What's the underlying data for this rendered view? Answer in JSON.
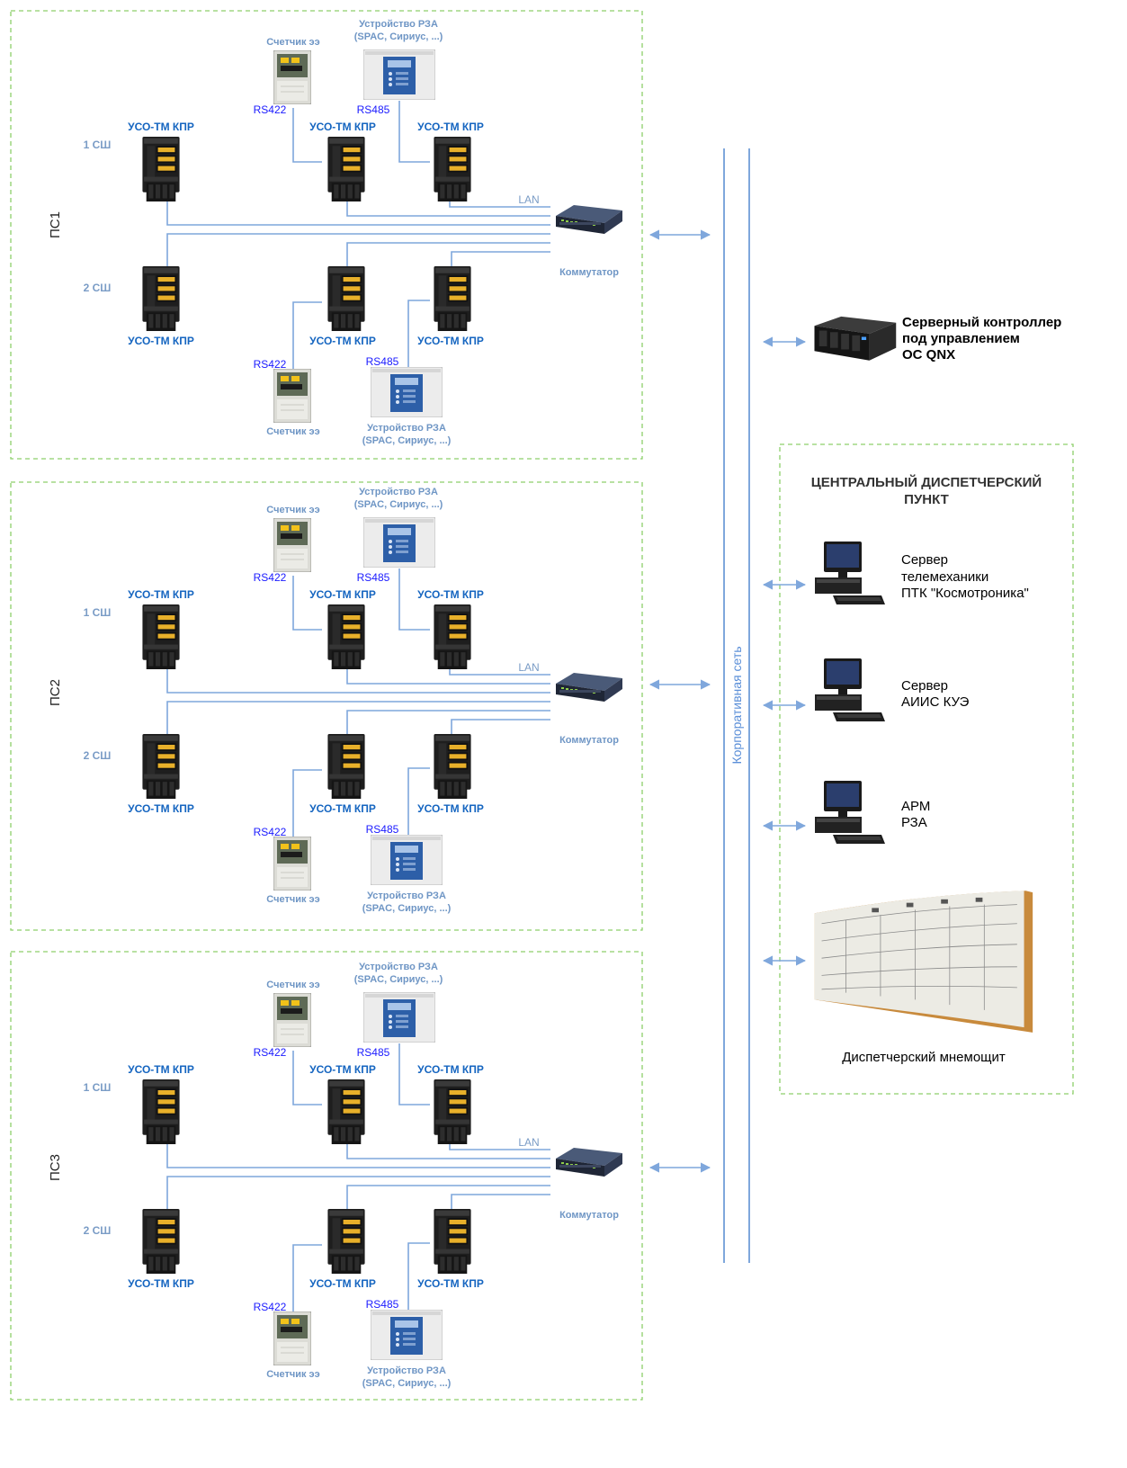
{
  "colors": {
    "line": "#7fa7dc",
    "frame": "#8dcf6a",
    "label_blue": "#1565c0",
    "label_grey": "#7a9cc6",
    "port": "#1a1aff"
  },
  "labels": {
    "uso": "УСО-ТМ КПР",
    "meter": "Счетчик ээ",
    "rza_l1": "Устройство РЗА",
    "rza_l2": "(SPAC, Сириус, ...)",
    "rs422": "RS422",
    "rs485": "RS485",
    "lan": "LAN",
    "switch": "Коммутатор",
    "bus1": "1 СШ",
    "bus2": "2 СШ"
  },
  "substations": [
    {
      "name": "ПС1"
    },
    {
      "name": "ПС2"
    },
    {
      "name": "ПС3"
    }
  ],
  "backbone": {
    "label": "Корпоративная сеть"
  },
  "server": {
    "lines": [
      "Серверный контроллер",
      "под управлением",
      "ОС QNX"
    ]
  },
  "control_center": {
    "title_lines": [
      "ЦЕНТРАЛЬНЫЙ ДИСПЕТЧЕРСКИЙ",
      "ПУНКТ"
    ],
    "workstations": [
      {
        "lines": [
          "Сервер",
          "телемеханики",
          "ПТК \"Космотроника\""
        ]
      },
      {
        "lines": [
          "Сервер",
          "АИИС КУЭ"
        ]
      },
      {
        "lines": [
          "АРМ",
          "РЗА"
        ]
      }
    ],
    "mimic_panel": "Диспетчерский мнемощит"
  },
  "icons": [
    "uso-controller-icon",
    "energy-meter-icon",
    "relay-protection-icon",
    "network-switch-icon",
    "rack-server-icon",
    "workstation-icon",
    "mimic-panel-icon"
  ]
}
